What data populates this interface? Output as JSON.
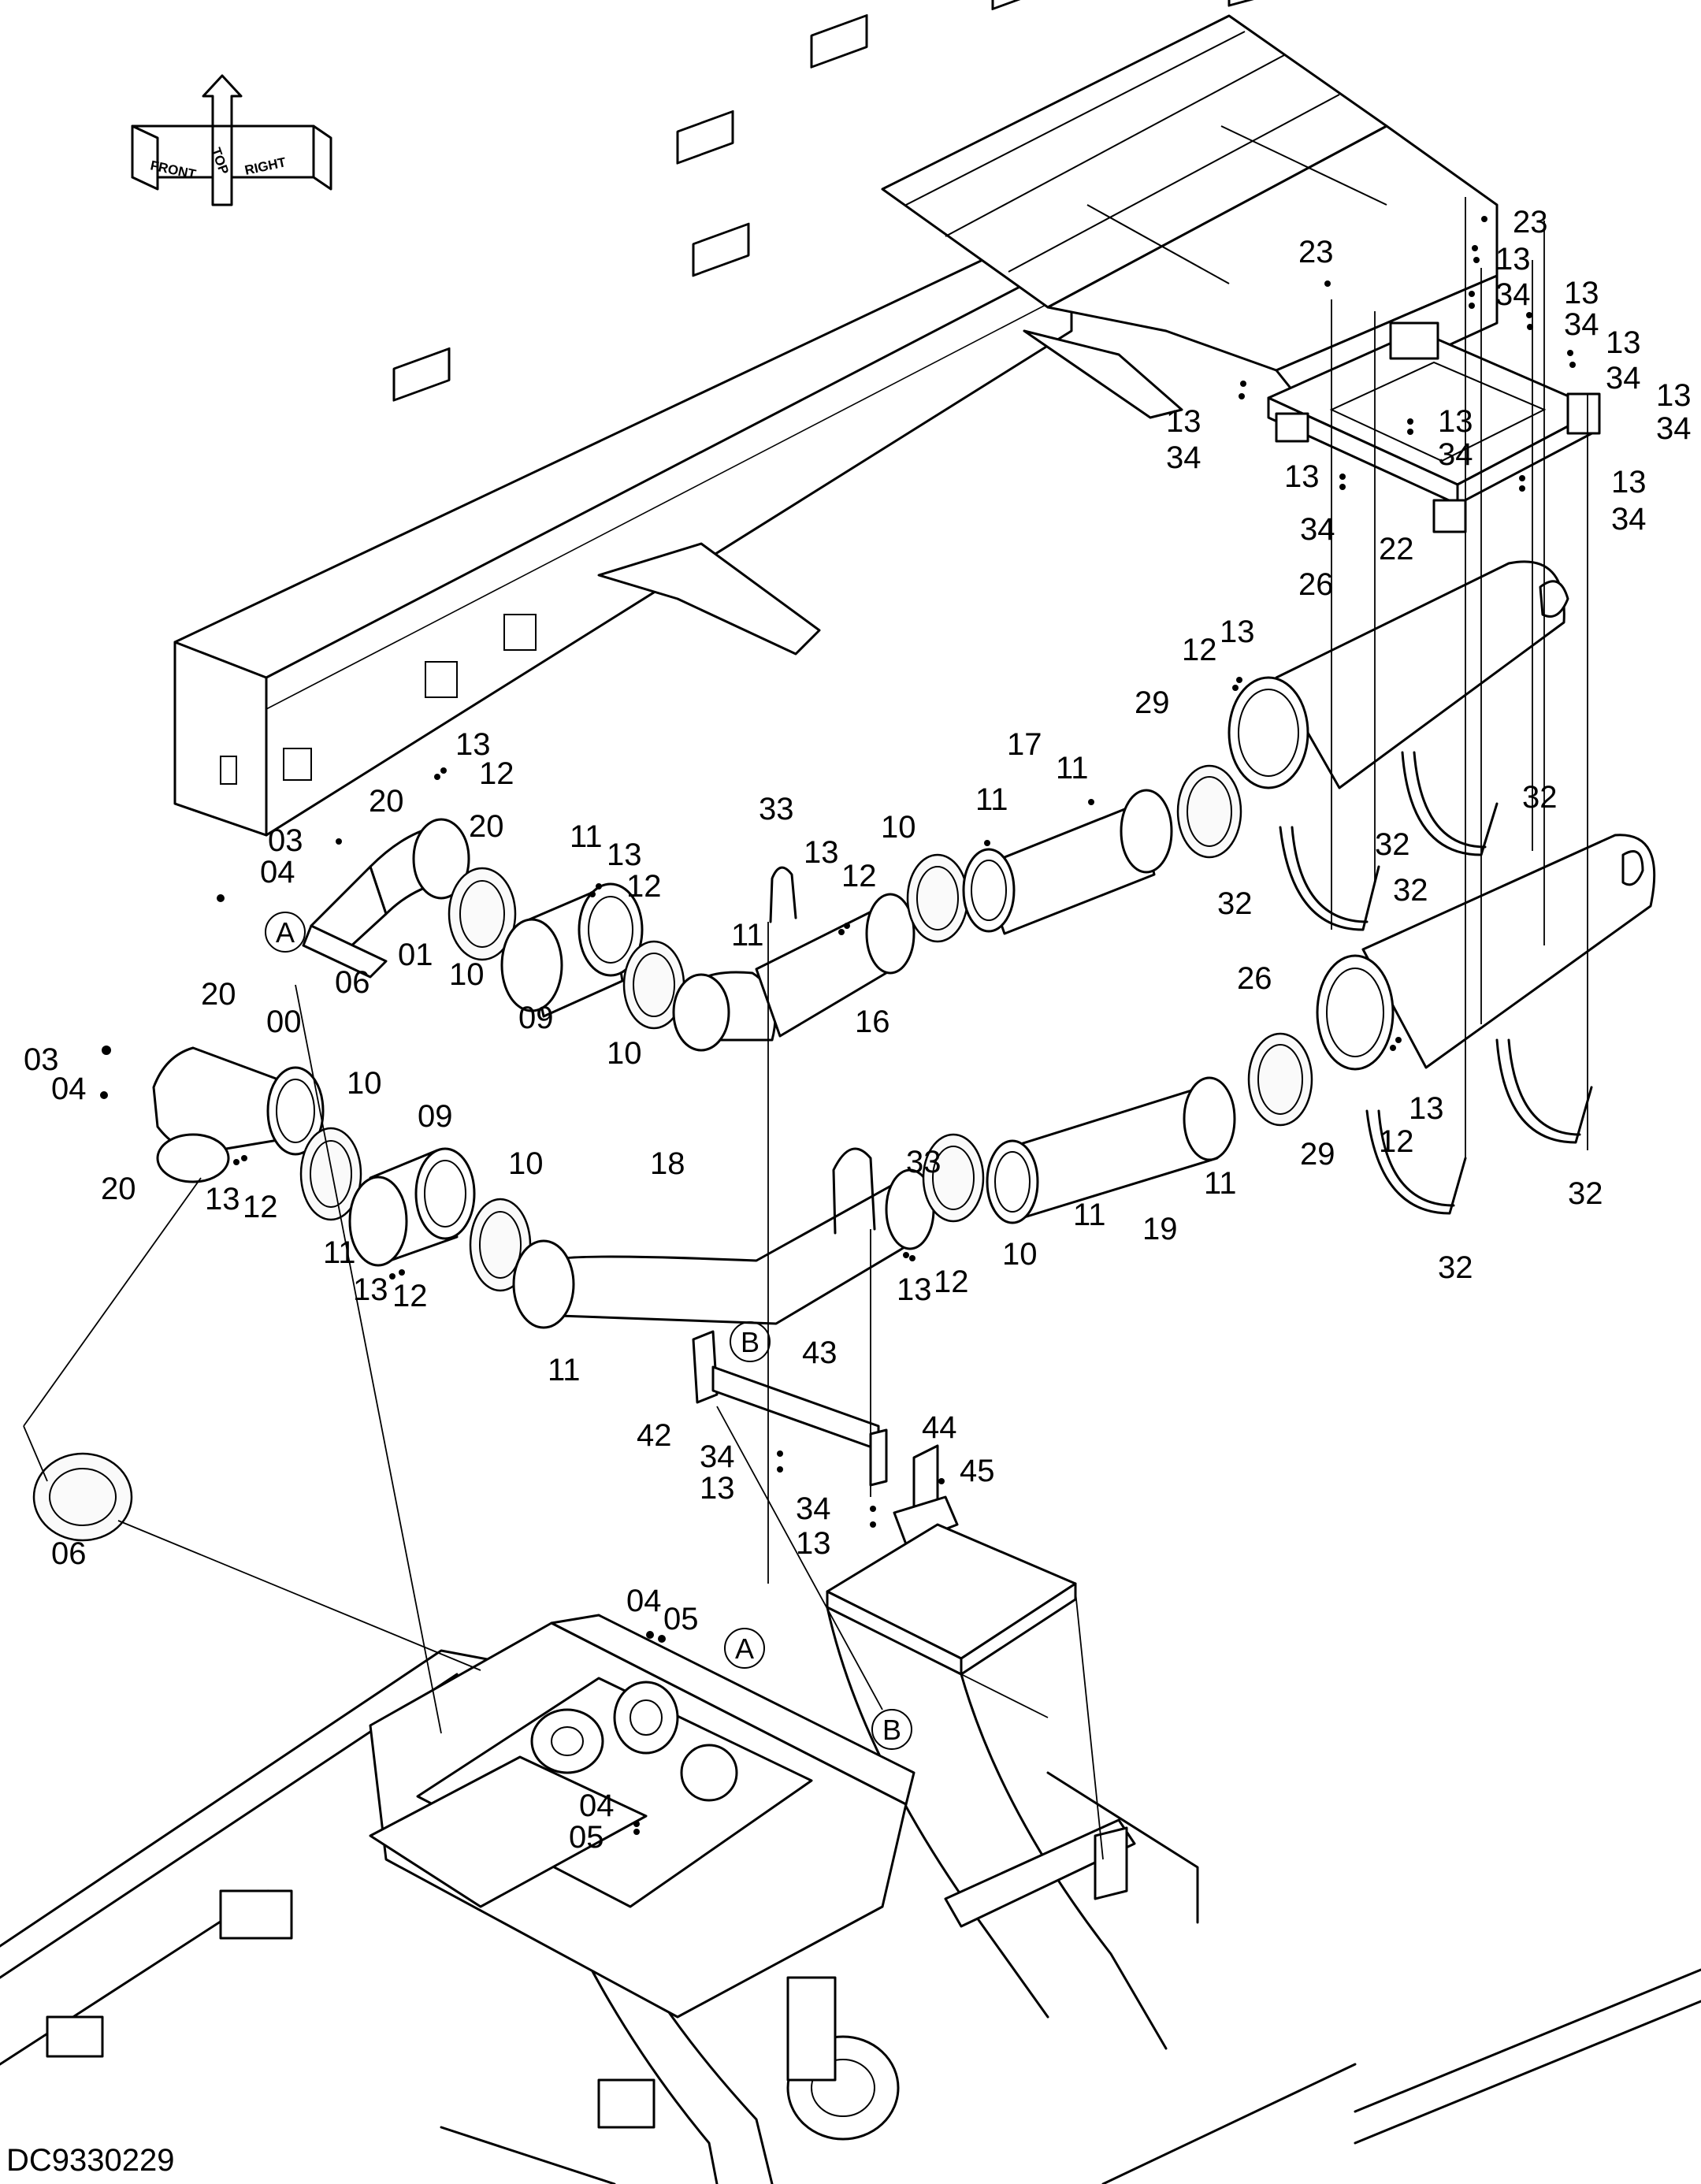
{
  "drawing_id": "DC9330229",
  "orientation": {
    "labels": [
      "FRONT",
      "TOP",
      "RIGHT"
    ]
  },
  "reference_markers": {
    "a": "A",
    "b": "B"
  },
  "parts": {
    "p00": "00",
    "p01": "01",
    "p03": "03",
    "p04": "04",
    "p05": "05",
    "p06": "06",
    "p09": "09",
    "p10": "10",
    "p11": "11",
    "p12": "12",
    "p13": "13",
    "p16": "16",
    "p17": "17",
    "p18": "18",
    "p19": "19",
    "p20": "20",
    "p22": "22",
    "p23": "23",
    "p26": "26",
    "p29": "29",
    "p32": "32",
    "p33": "33",
    "p34": "34",
    "p42": "42",
    "p43": "43",
    "p44": "44",
    "p45": "45"
  }
}
